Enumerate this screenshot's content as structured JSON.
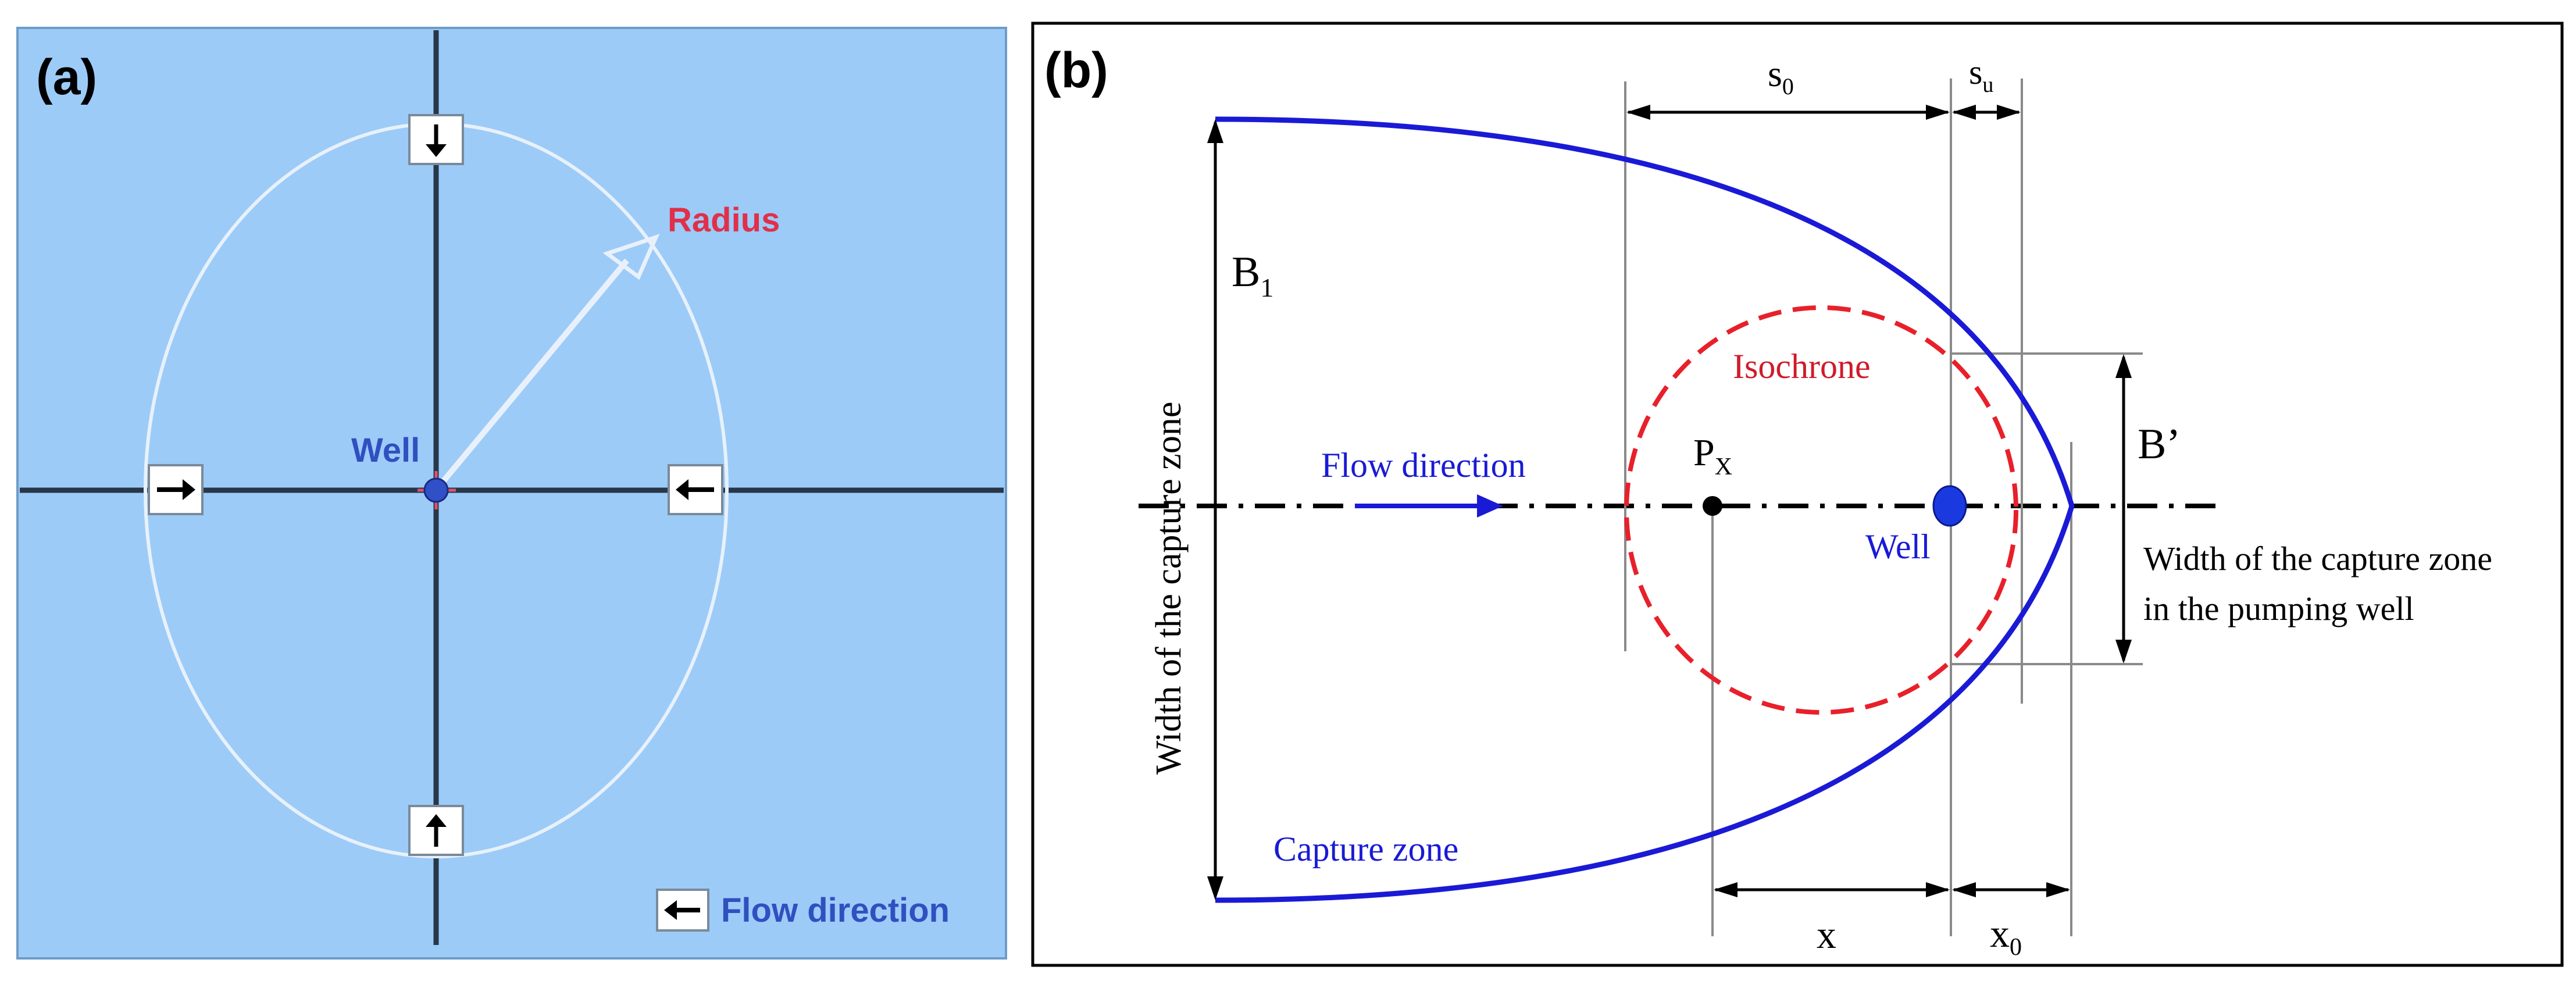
{
  "panel_a": {
    "label": "(a)",
    "radius_label": "Radius",
    "well_label": "Well",
    "legend_label": "Flow direction",
    "colors": {
      "background": "#9ccbf8",
      "circle": "#e8f1fb",
      "axis": "#283747",
      "well": "#3050c8",
      "radius_text": "#e0304a",
      "well_text": "#3050c0",
      "legend_text": "#3050c0"
    },
    "icons": [
      "arrow-down-icon",
      "arrow-up-icon",
      "arrow-right-icon",
      "arrow-left-icon"
    ]
  },
  "panel_b": {
    "label": "(b)",
    "flow_direction": "Flow direction",
    "isochrone": "Isochrone",
    "well": "Well",
    "capture_zone": "Capture zone",
    "width_vertical": "Width of the capture zone",
    "width_pumping_line1": "Width of the capture zone",
    "width_pumping_line2": "in the pumping well",
    "b1": {
      "main": "B",
      "sub": "1"
    },
    "b_prime": "B’",
    "px": {
      "main": "P",
      "sub": "X"
    },
    "s0": {
      "main": "s",
      "sub": "0"
    },
    "su": {
      "main": "s",
      "sub": "u"
    },
    "x": "x",
    "x0": {
      "main": "x",
      "sub": "0"
    },
    "colors": {
      "capture_zone": "#1a1ad6",
      "isochrone": "#e8202a",
      "well": "#1a3ae0",
      "text_blue": "#1a1ad6",
      "text_red": "#d01a2a",
      "text_black": "#000000"
    }
  }
}
